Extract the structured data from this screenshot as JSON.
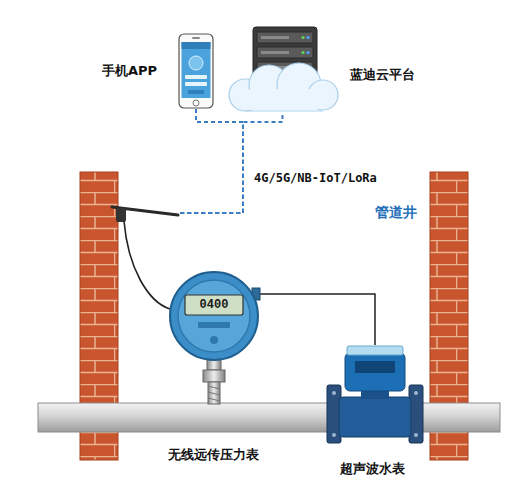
{
  "diagram": {
    "nodes": [
      {
        "text": [
          "手机APP"
        ]
      },
      {
        "text": [
          "蓝迪云平台"
        ]
      },
      {
        "text": [
          "0400",
          "无线远传压力表"
        ]
      },
      {
        "text": [
          "超声波水表"
        ]
      }
    ],
    "edges": [
      {
        "from": 0,
        "to": 2,
        "arrow": "none",
        "label": "4G/5G/NB-IoT/LoRa"
      },
      {
        "from": 1,
        "to": 2,
        "arrow": "none"
      },
      {
        "from": 2,
        "to": 3,
        "arrow": "none"
      }
    ],
    "labels": [
      "管道井"
    ]
  }
}
